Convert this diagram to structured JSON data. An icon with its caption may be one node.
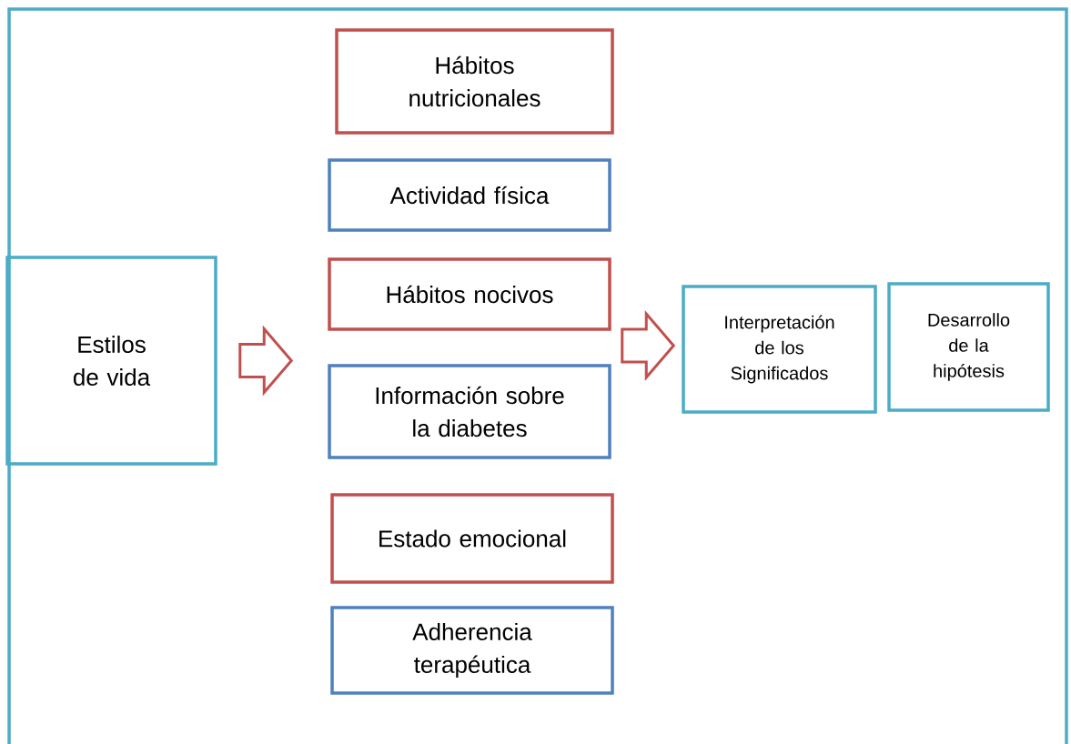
{
  "diagram": {
    "nodes": [
      {
        "text": [
          "Estilos de vida"
        ]
      },
      {
        "text": [
          "Hábitos nutricionales"
        ]
      },
      {
        "text": [
          "Actividad física"
        ]
      },
      {
        "text": [
          "Hábitos nocivos"
        ]
      },
      {
        "text": [
          "Información sobre la diabetes"
        ]
      },
      {
        "text": [
          "Estado emocional"
        ]
      },
      {
        "text": [
          "Adherencia terapéutica"
        ]
      },
      {
        "text": [
          "Interpretación de los Significados"
        ]
      },
      {
        "text": [
          "Desarrollo de la hipótesis"
        ]
      }
    ],
    "edges": [
      {
        "from": 0,
        "to": 4,
        "arrow": "to"
      },
      {
        "from": 4,
        "to": 7,
        "arrow": "to"
      }
    ]
  }
}
